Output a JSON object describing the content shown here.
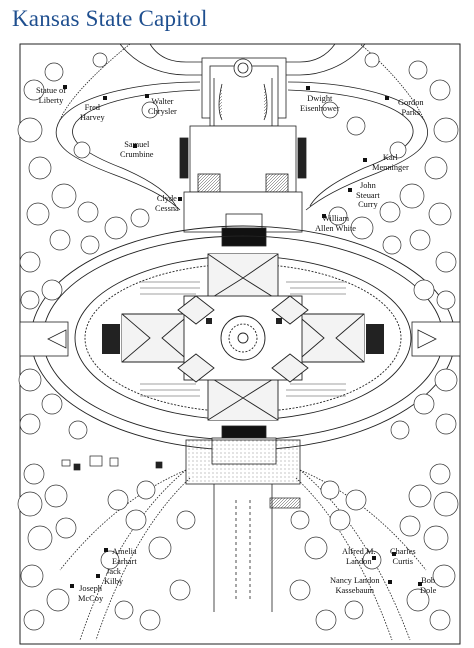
{
  "title": "Kansas State Capitol",
  "statues": [
    {
      "id": "statue-of-liberty",
      "text": "Statue of\nLiberty"
    },
    {
      "id": "fred-harvey",
      "text": "Fred\nHarvey"
    },
    {
      "id": "walter-chrysler",
      "text": "Walter\nChrysler"
    },
    {
      "id": "dwight-eisenhower",
      "text": "Dwight\nEisenhower"
    },
    {
      "id": "gordon-parks",
      "text": "Gordon\nParks"
    },
    {
      "id": "samuel-crumbine",
      "text": "Samuel\nCrumbine"
    },
    {
      "id": "karl-menninger",
      "text": "Karl\nMenninger"
    },
    {
      "id": "john-steuart-curry",
      "text": "John\nSteuart\nCurry"
    },
    {
      "id": "clyde-cessna",
      "text": "Clyde\nCessna"
    },
    {
      "id": "william-allen-white",
      "text": "William\nAllen White"
    },
    {
      "id": "amelia-earhart",
      "text": "Amelia\nEarhart"
    },
    {
      "id": "jack-kilby",
      "text": "Jack\nKilby"
    },
    {
      "id": "joseph-mccoy",
      "text": "Joseph\nMcCoy"
    },
    {
      "id": "alfred-m-landon",
      "text": "Alfred M.\nLandon"
    },
    {
      "id": "charles-curtis",
      "text": "Charles\nCurtis"
    },
    {
      "id": "nancy-landon-kassebaum",
      "text": "Nancy Landon\nKassebaum"
    },
    {
      "id": "bob-dole",
      "text": "Bob\nDole"
    }
  ]
}
